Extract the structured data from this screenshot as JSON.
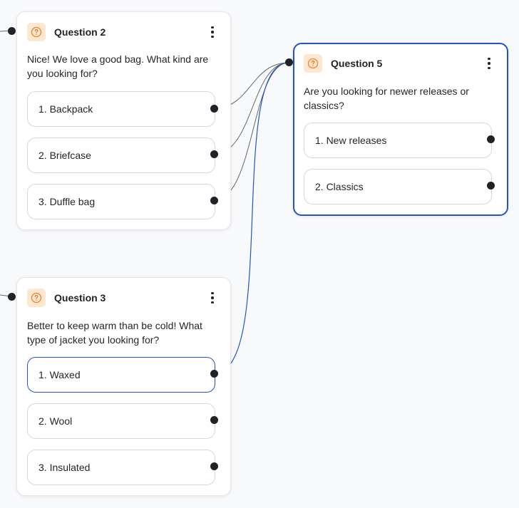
{
  "nodes": {
    "q2": {
      "title": "Question 2",
      "text": "Nice! We love a good bag. What kind are you looking for?",
      "options": [
        "1. Backpack",
        "2. Briefcase",
        "3. Duffle bag"
      ]
    },
    "q3": {
      "title": "Question 3",
      "text": "Better to keep warm than be cold! What type of jacket you looking for?",
      "options": [
        "1. Waxed",
        "2. Wool",
        "3. Insulated"
      ],
      "active_option": "1. Waxed"
    },
    "q5": {
      "title": "Question 5",
      "text": "Are you looking for newer releases or classics?",
      "options": [
        "1. New releases",
        "2. Classics"
      ],
      "selected": true
    }
  },
  "icons": {
    "node_icon": "question-circle-icon",
    "menu_icon": "kebab-menu-icon"
  },
  "colors": {
    "canvas_bg": "#f8f9fb",
    "icon_bg": "#fde7cf",
    "icon_fg": "#e8823a",
    "selected_border": "#2453c8",
    "edge_default": "#666666",
    "edge_active": "#2453c8",
    "handle": "#1f2328"
  }
}
